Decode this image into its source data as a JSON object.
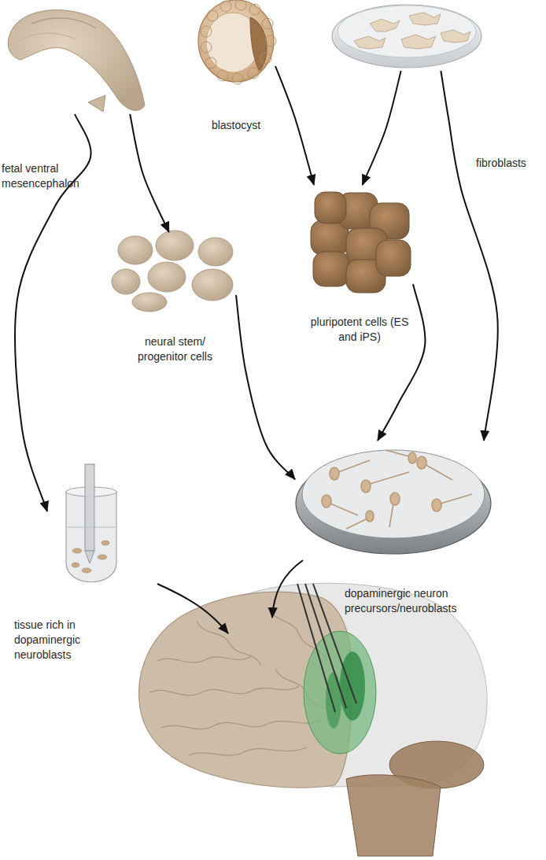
{
  "diagram": {
    "nodes": [
      {
        "text": [
          "fetal ventral mesencephalon"
        ]
      },
      {
        "text": [
          "blastocyst"
        ]
      },
      {
        "text": [
          "fibroblasts"
        ]
      },
      {
        "text": [
          "neural stem/ progenitor cells"
        ]
      },
      {
        "text": [
          "pluripotent cells (ES and iPS)"
        ]
      },
      {
        "text": [
          "dopaminergic neuron precursors/neuroblasts"
        ]
      },
      {
        "text": [
          "tissue rich in dopaminergic neuroblasts"
        ]
      }
    ],
    "edges": [
      {
        "from": 0,
        "to": 3,
        "arrow": "to"
      },
      {
        "from": 0,
        "to": 6,
        "arrow": "to"
      },
      {
        "from": 1,
        "to": 4,
        "arrow": "to"
      },
      {
        "from": 2,
        "to": 4,
        "arrow": "to"
      },
      {
        "from": 2,
        "to": 5,
        "arrow": "to"
      },
      {
        "from": 3,
        "to": 5,
        "arrow": "to"
      },
      {
        "from": 4,
        "to": 5,
        "arrow": "to"
      }
    ]
  }
}
